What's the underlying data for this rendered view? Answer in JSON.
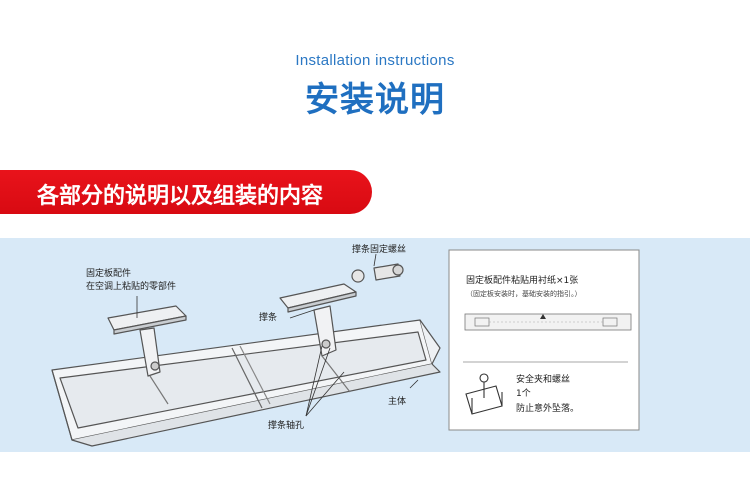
{
  "header": {
    "subtitle_en": "Installation instructions",
    "title_cn": "安装说明"
  },
  "banner": {
    "text": "各部分的说明以及组装的内容"
  },
  "diagram": {
    "label_fixing_plate_line1": "固定板配件",
    "label_fixing_plate_line2": "在空调上粘贴的零部件",
    "label_strut_screw": "撑条固定螺丝",
    "label_strut": "撑条",
    "label_main_body": "主体",
    "label_strut_axle_hole": "撑条轴孔"
  },
  "side_card": {
    "liner_title": "固定板配件粘贴用衬纸×1张",
    "liner_note": "（固定板安装时，基础安装的指引。）",
    "clip_title": "安全夹和螺丝",
    "clip_count": "1个",
    "clip_note": "防止意外坠落。"
  },
  "colors": {
    "title_blue": "#1f6fc0",
    "banner_red": "#e9131b",
    "panel_bg": "#d8e9f7"
  }
}
